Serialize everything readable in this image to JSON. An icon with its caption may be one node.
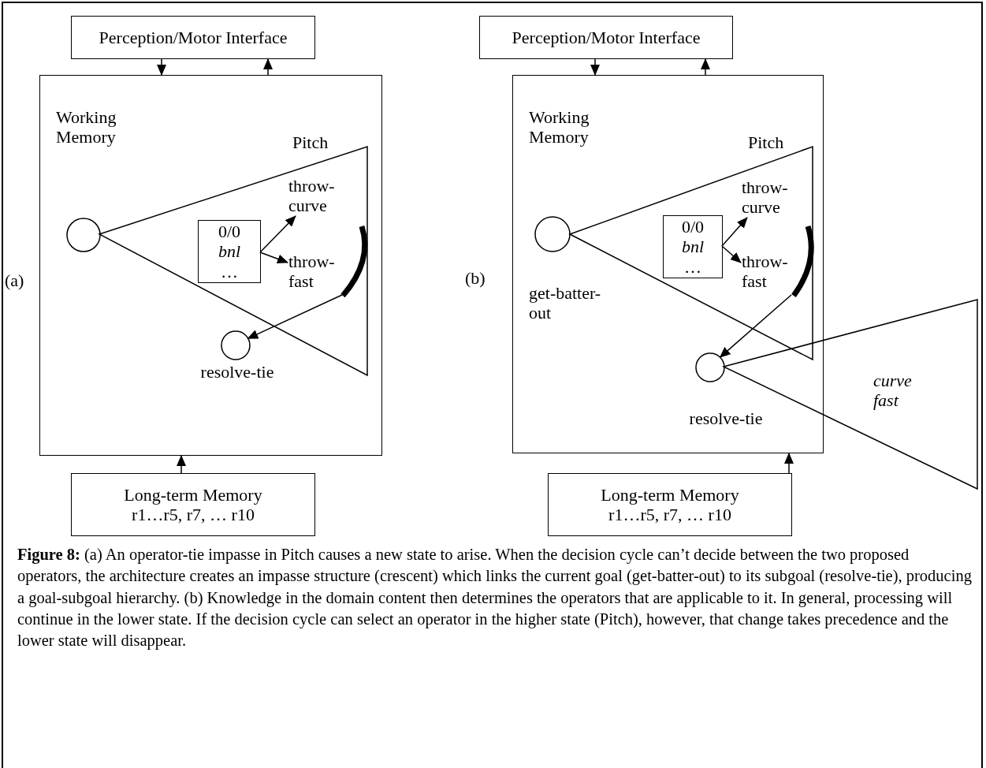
{
  "diagram": {
    "caption": "**Figure 8:** (a) An operator-tie impasse in Pitch causes a new state to arise. When the decision cycle can’t decide between the two proposed operators, the architecture creates an impasse structure (crescent) which links the current goal (get-batter-out) to its subgoal (resolve-tie), producing a goal-subgoal hierarchy. (b) Knowledge in the domain content then determines the operators that are applicable to it. In general, processing will continue in the lower state. If the decision cycle can select an operator in the higher state (Pitch), however, that change takes precedence and the lower state will disappear.",
    "nodes": [
      {
        "text": [
          "Perception/Motor Interface"
        ]
      },
      {
        "text": [
          "Working Memory"
        ]
      },
      {
        "text": [
          "Pitch"
        ],
        "in": 1
      },
      {
        "text": [],
        "shape": "circle",
        "in": 1
      },
      {
        "text": [
          "0/0",
          "bnl",
          "…"
        ],
        "in": 2
      },
      {
        "text": [
          "throw-curve"
        ],
        "in": 2
      },
      {
        "text": [
          "throw-fast"
        ],
        "in": 2
      },
      {
        "text": [],
        "shape": "arc",
        "in": 2
      },
      {
        "text": [
          "resolve-tie"
        ],
        "in": 1
      },
      {
        "text": [
          "Long-term Memory",
          "r1…r5, r7, … r10"
        ]
      },
      {
        "text": [
          "Perception/Motor Interface"
        ]
      },
      {
        "text": [
          "Working Memory"
        ]
      },
      {
        "text": [
          "Pitch"
        ],
        "in": 11
      },
      {
        "text": [
          "get-batter-out"
        ],
        "in": 11
      },
      {
        "text": [
          "0/0",
          "bnl",
          "…"
        ],
        "in": 12
      },
      {
        "text": [
          "throw-curve"
        ],
        "in": 12
      },
      {
        "text": [
          "throw-fast"
        ],
        "in": 12
      },
      {
        "text": [],
        "shape": "arc",
        "in": 12
      },
      {
        "text": [
          "curve fast"
        ]
      },
      {
        "text": [
          "resolve-tie"
        ],
        "in": 11
      },
      {
        "text": [
          "Long-term Memory",
          "r1…r5, r7, … r10"
        ]
      }
    ],
    "edges": [
      {
        "from": 0,
        "to": 1,
        "arrow": "to"
      },
      {
        "from": 1,
        "to": 0,
        "arrow": "to"
      },
      {
        "from": 4,
        "to": 5,
        "arrow": "to"
      },
      {
        "from": 4,
        "to": 6,
        "arrow": "to"
      },
      {
        "from": 7,
        "to": 8,
        "arrow": "to"
      },
      {
        "from": 9,
        "to": 1,
        "arrow": "to"
      },
      {
        "from": 10,
        "to": 11,
        "arrow": "to"
      },
      {
        "from": 11,
        "to": 10,
        "arrow": "to"
      },
      {
        "from": 14,
        "to": 15,
        "arrow": "to"
      },
      {
        "from": 14,
        "to": 16,
        "arrow": "to"
      },
      {
        "from": 17,
        "to": 19,
        "arrow": "to"
      },
      {
        "from": 20,
        "to": 11,
        "arrow": "to"
      }
    ],
    "labels": [
      "(a)",
      "(b)"
    ]
  }
}
